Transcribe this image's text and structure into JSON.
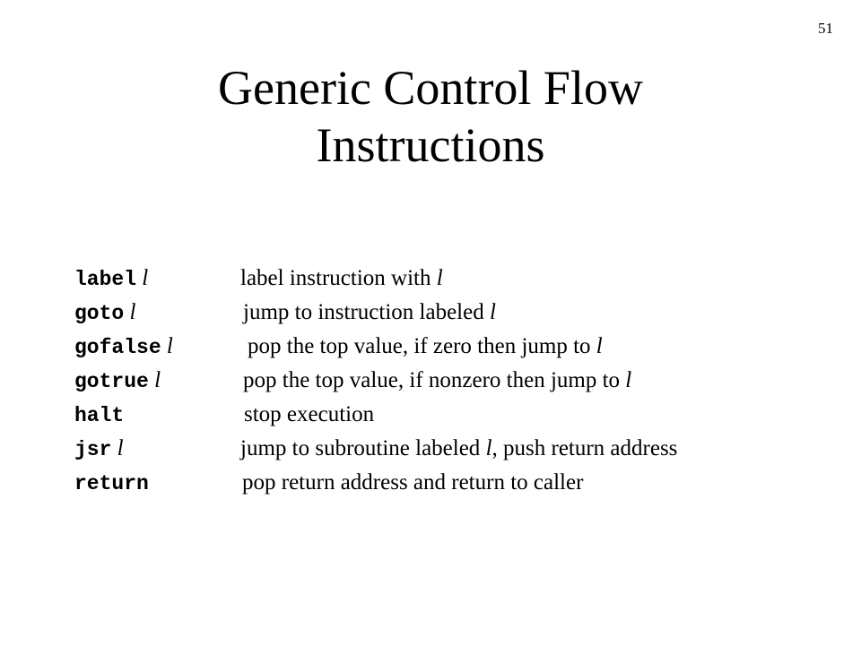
{
  "page_number": "51",
  "title": {
    "line1": "Generic Control Flow",
    "line2": "Instructions"
  },
  "instructions": [
    {
      "keyword": "label",
      "arg": "l",
      "description_parts": [
        "label instruction with ",
        "l",
        ""
      ]
    },
    {
      "keyword": "goto",
      "arg": "l",
      "description_parts": [
        "jump to instruction labeled ",
        "l",
        ""
      ]
    },
    {
      "keyword": "gofalse",
      "arg": "l",
      "description_parts": [
        "pop the top value, if zero then jump to ",
        "l",
        ""
      ]
    },
    {
      "keyword": "gotrue",
      "arg": "l",
      "description_parts": [
        "pop the top value, if nonzero then jump to ",
        "l",
        ""
      ]
    },
    {
      "keyword": "halt",
      "arg": "",
      "description_parts": [
        "stop execution",
        "",
        ""
      ]
    },
    {
      "keyword": "jsr",
      "arg": "l",
      "description_parts": [
        "jump to subroutine labeled ",
        "l",
        ", push return address"
      ]
    },
    {
      "keyword": "return",
      "arg": "",
      "description_parts": [
        "pop return address and return to caller",
        "",
        ""
      ]
    }
  ]
}
